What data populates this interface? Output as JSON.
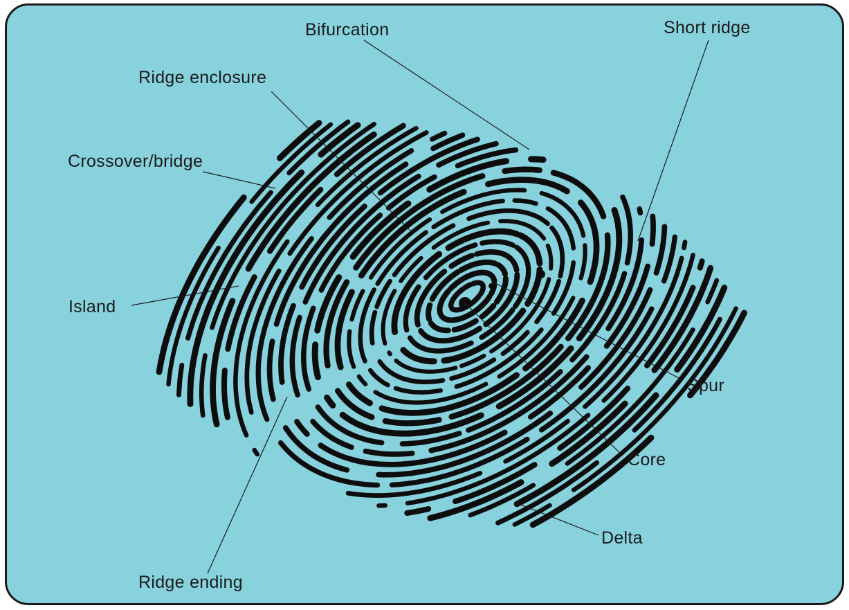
{
  "labels": {
    "bifurcation": "Bifurcation",
    "short_ridge": "Short ridge",
    "ridge_enclosure": "Ridge enclosure",
    "crossover_bridge": "Crossover/bridge",
    "island": "Island",
    "spur": "Spur",
    "core": "Core",
    "delta": "Delta",
    "ridge_ending": "Ridge ending"
  },
  "colors": {
    "background": "#88d2de",
    "ridge": "#0d0d0d",
    "border": "#1a1a1a",
    "text": "#1a1a1a"
  }
}
